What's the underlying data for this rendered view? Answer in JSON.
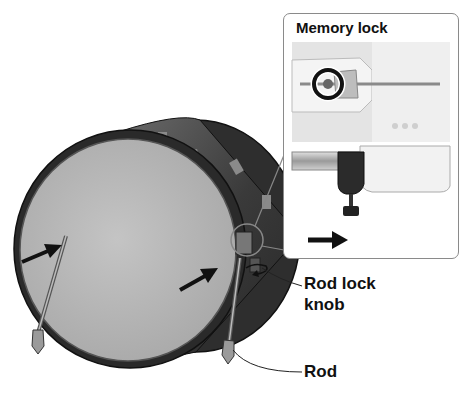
{
  "diagram": {
    "nodes": [
      {
        "text": [
          "Memory lock"
        ]
      }
    ],
    "labels": [
      "Rod lock knob",
      "Rod"
    ]
  }
}
